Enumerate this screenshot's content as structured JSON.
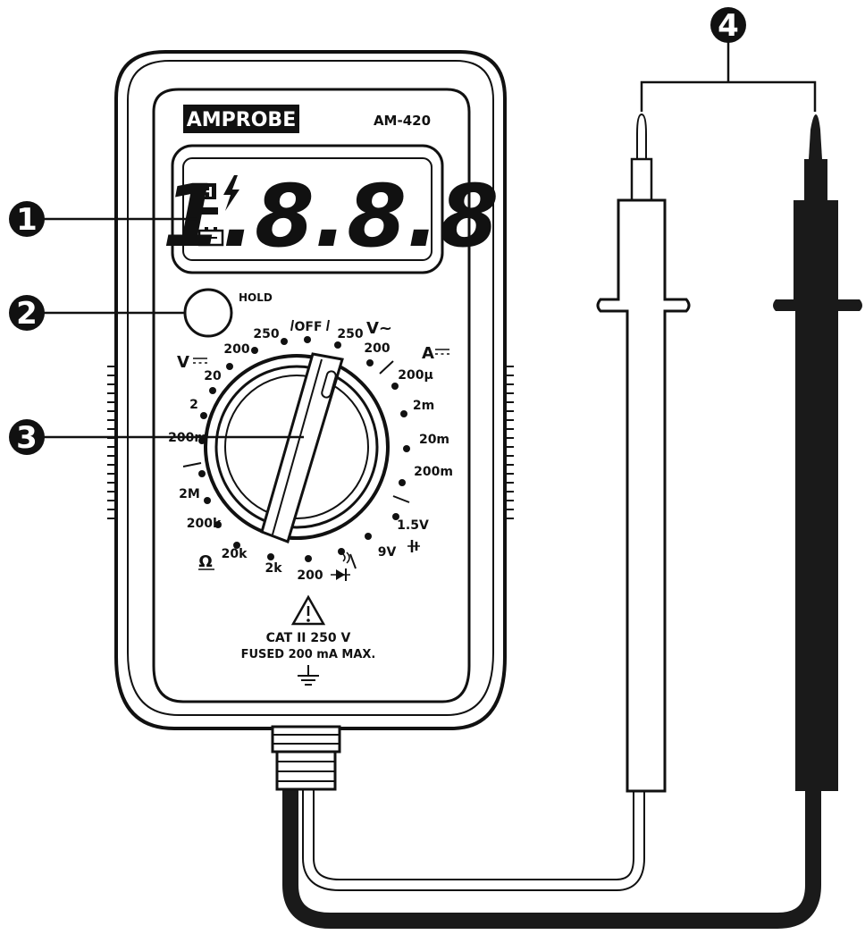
{
  "brand": "AMPROBE",
  "model": "AM-420",
  "display": {
    "hold_indicator": "H",
    "reading": "1.8.8.8"
  },
  "hold_label": "HOLD",
  "dial": {
    "off": "OFF",
    "ranges": [
      {
        "text": "250"
      },
      {
        "text": "200"
      },
      {
        "text": "20"
      },
      {
        "text": "2"
      },
      {
        "text": "200m"
      },
      {
        "text": "2M"
      },
      {
        "text": "200k"
      },
      {
        "text": "20k"
      },
      {
        "text": "2k"
      },
      {
        "text": "200"
      },
      {
        "text": "9V"
      },
      {
        "text": "1.5V"
      },
      {
        "text": "200m"
      },
      {
        "text": "20m"
      },
      {
        "text": "2m"
      },
      {
        "text": "200µ"
      },
      {
        "text": "200"
      },
      {
        "text": "250"
      }
    ],
    "mode_v_dc": "V",
    "mode_v_ac": "V~",
    "mode_a_dc": "A",
    "mode_ohm": "Ω"
  },
  "safety": {
    "cat": "CAT II 250 V",
    "fuse": "FUSED 200 mA MAX."
  },
  "callouts": [
    "1",
    "2",
    "3",
    "4"
  ],
  "colors": {
    "outline": "#111111",
    "probe_black": "#1a1a1a",
    "callout_fill": "#111111"
  }
}
